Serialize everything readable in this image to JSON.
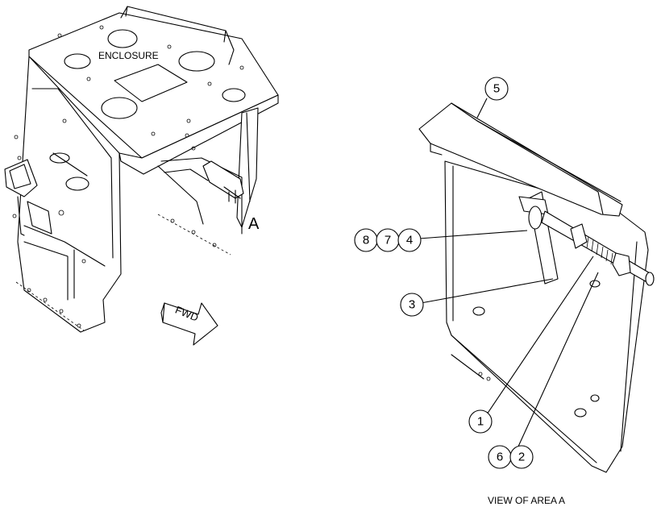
{
  "labels": {
    "enclosure": "ENCLOSURE",
    "detail_marker": "A",
    "forward_arrow": "FWD",
    "view_caption": "VIEW OF AREA  A"
  },
  "callouts": {
    "c1": "1",
    "c2": "2",
    "c3": "3",
    "c4": "4",
    "c5": "5",
    "c6": "6",
    "c7": "7",
    "c8": "8"
  }
}
